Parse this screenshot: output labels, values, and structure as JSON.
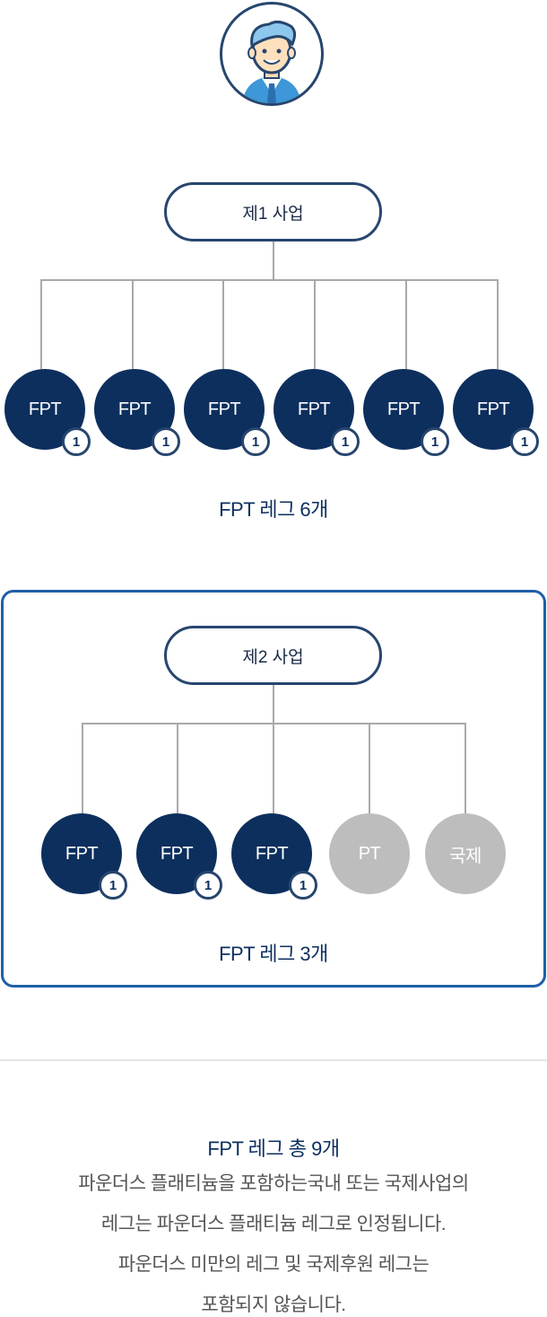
{
  "group1": {
    "title": "제1 사업",
    "nodes": [
      {
        "label": "FPT",
        "badge": "1"
      },
      {
        "label": "FPT",
        "badge": "1"
      },
      {
        "label": "FPT",
        "badge": "1"
      },
      {
        "label": "FPT",
        "badge": "1"
      },
      {
        "label": "FPT",
        "badge": "1"
      },
      {
        "label": "FPT",
        "badge": "1"
      }
    ],
    "caption": "FPT 레그 6개"
  },
  "group2": {
    "title": "제2 사업",
    "nodes": [
      {
        "label": "FPT",
        "badge": "1"
      },
      {
        "label": "FPT",
        "badge": "1"
      },
      {
        "label": "FPT",
        "badge": "1"
      },
      {
        "label": "PT",
        "badge": ""
      },
      {
        "label": "국제",
        "badge": ""
      }
    ],
    "caption": "FPT 레그 3개"
  },
  "summary": {
    "title": "FPT 레그 총 9개",
    "lines": [
      "파운더스 플래티늄을 포함하는국내 또는 국제사업의",
      "레그는 파운더스 플래티늄 레그로 인정됩니다.",
      "파운더스 미만의 레그 및 국제후원 레그는",
      "포함되지 않습니다."
    ]
  },
  "colors": {
    "navy": "#0d2f5e",
    "outline": "#27466e",
    "highlight_border": "#1f5fa8",
    "inactive": "#bdbdbd"
  },
  "icons": {
    "avatar": "user-avatar-icon"
  }
}
